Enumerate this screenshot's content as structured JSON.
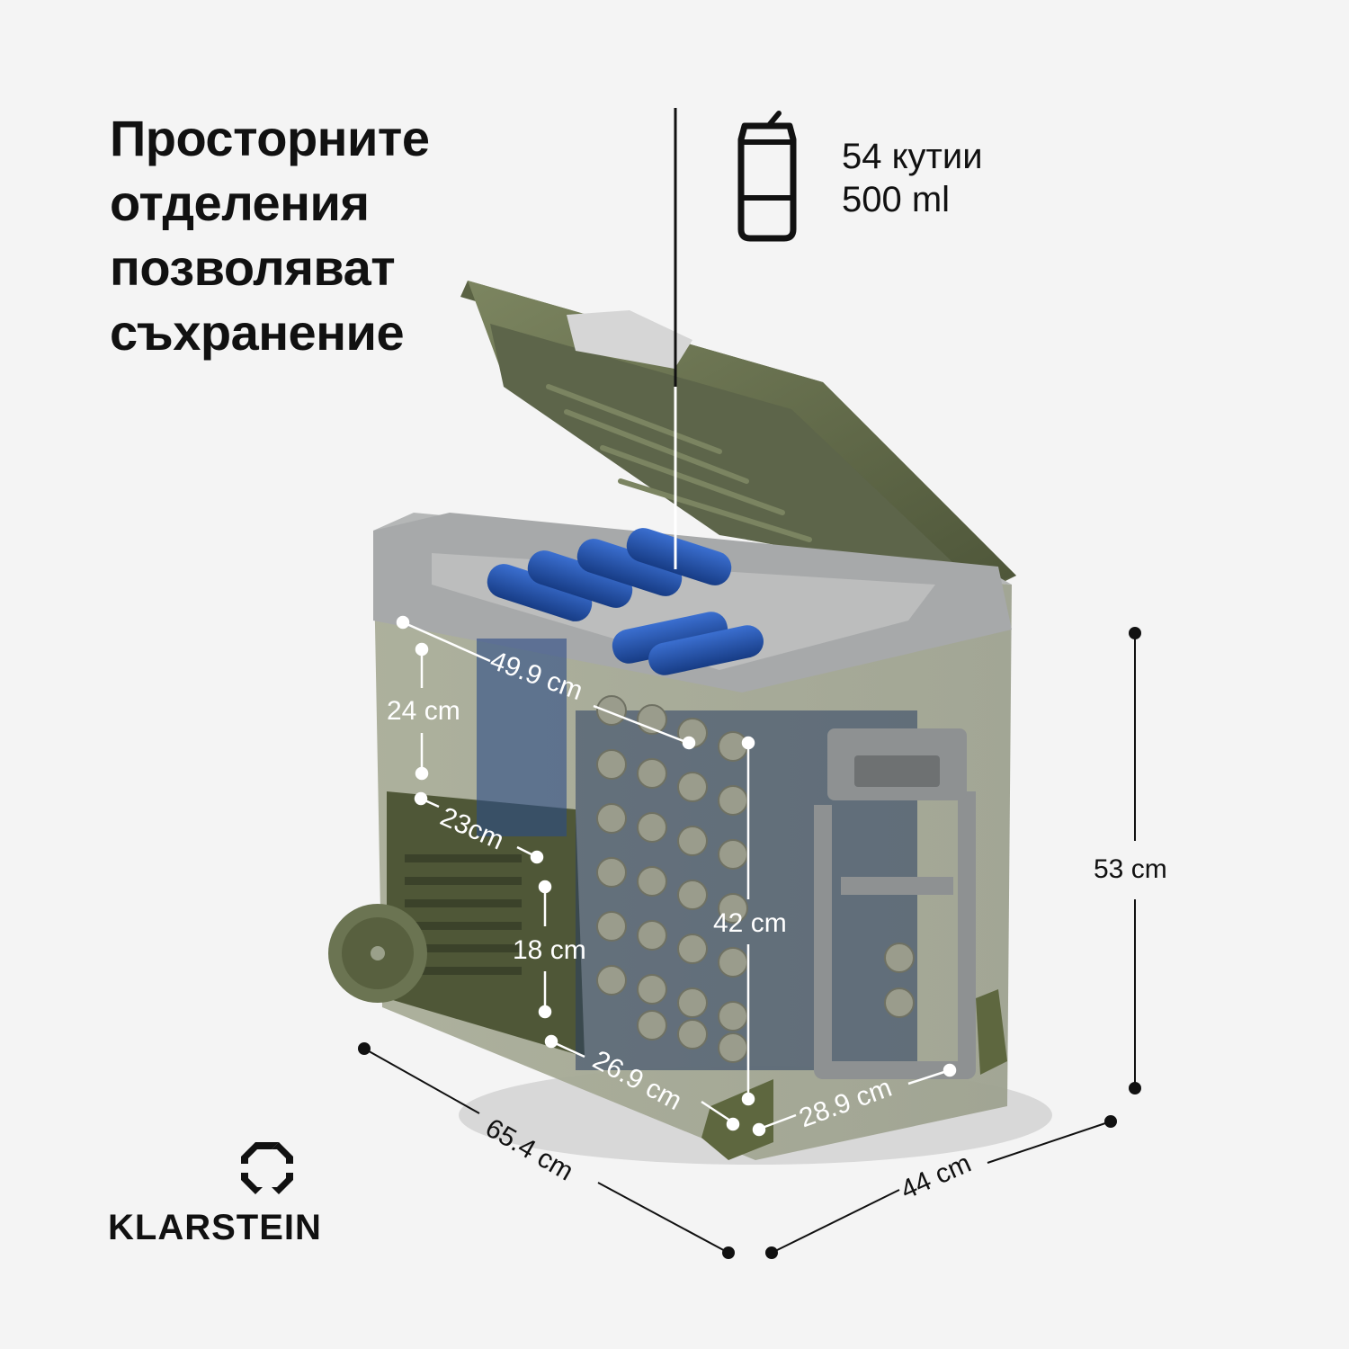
{
  "headline": {
    "lines": [
      "Просторните",
      "отделения",
      "позволяват",
      "съхранение"
    ]
  },
  "capacity": {
    "icon": "can-icon",
    "count_label": "54 кутии",
    "volume_label": "500 ml"
  },
  "inner_dimensions": {
    "top_length": "49.9 cm",
    "upper_height": "24 cm",
    "step_depth": "23cm",
    "lower_height": "18 cm",
    "bottom_length": "26.9 cm",
    "inner_height": "42 cm",
    "inner_width": "28.9 cm"
  },
  "outer_dimensions": {
    "height": "53 cm",
    "length": "65.4 cm",
    "width": "44 cm"
  },
  "brand": {
    "name": "KLARSTEIN",
    "icon": "klarstein-logo-icon"
  },
  "colors": {
    "background": "#f4f4f4",
    "olive": "#6b7452",
    "olive_dark": "#4a5238",
    "grey_body": "#a9abab",
    "can_blue": "#1f4fa8",
    "text": "#111111"
  }
}
